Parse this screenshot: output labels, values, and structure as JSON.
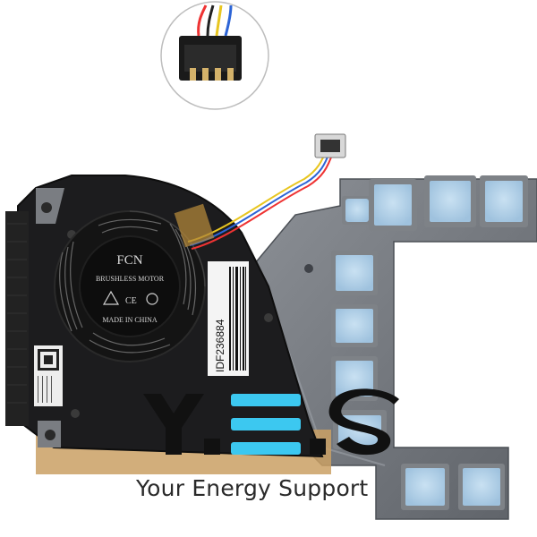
{
  "fan_label": {
    "brand": "FCN",
    "line1": "BRUSHLESS MOTOR",
    "line2": "MADE IN CHINA"
  },
  "barcode_sticker": {
    "code": "IDF236884"
  },
  "watermark": {
    "logo_text": "Y.E.S",
    "tagline": "Your Energy Support",
    "colors": {
      "dark": "#111111",
      "accent": "#3cc8f0"
    }
  }
}
